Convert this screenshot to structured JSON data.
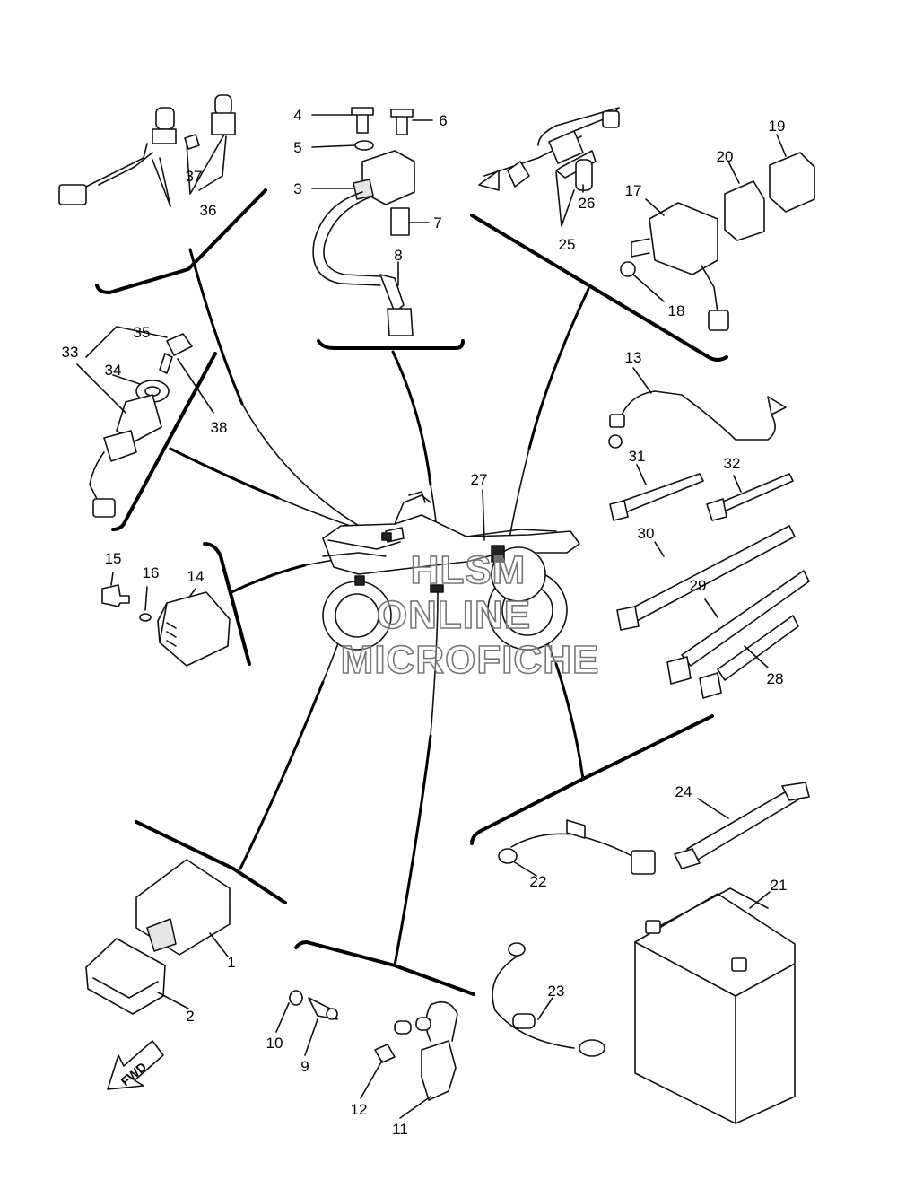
{
  "diagram": {
    "watermark": [
      "HLSM",
      "ONLINE",
      "MICROFICHE"
    ],
    "direction_label": "FWD",
    "callouts": [
      "1",
      "2",
      "3",
      "4",
      "5",
      "6",
      "7",
      "8",
      "9",
      "10",
      "11",
      "12",
      "13",
      "14",
      "15",
      "16",
      "17",
      "18",
      "19",
      "20",
      "21",
      "22",
      "23",
      "24",
      "25",
      "26",
      "27",
      "28",
      "29",
      "30",
      "31",
      "32",
      "33",
      "34",
      "35",
      "36",
      "37",
      "38"
    ]
  }
}
